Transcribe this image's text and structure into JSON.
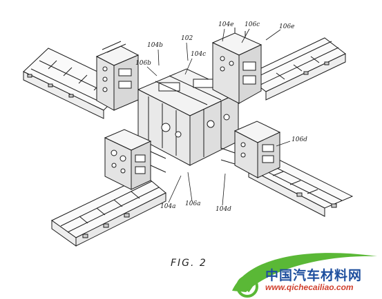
{
  "figure": {
    "caption": "FIG. 2",
    "labels": {
      "l102": "102",
      "l104a": "104a",
      "l104b": "104b",
      "l104c": "104c",
      "l104d": "104d",
      "l104e": "104e",
      "l106a": "106a",
      "l106b": "106b",
      "l106c": "106c",
      "l106d": "106d",
      "l106e": "106e"
    }
  },
  "watermark": {
    "title": "中国汽车材料网",
    "url": "www.qichecailiao.com",
    "colors": {
      "blue": "#1e4f9e",
      "green": "#5ab836",
      "red": "#d0402e"
    }
  }
}
